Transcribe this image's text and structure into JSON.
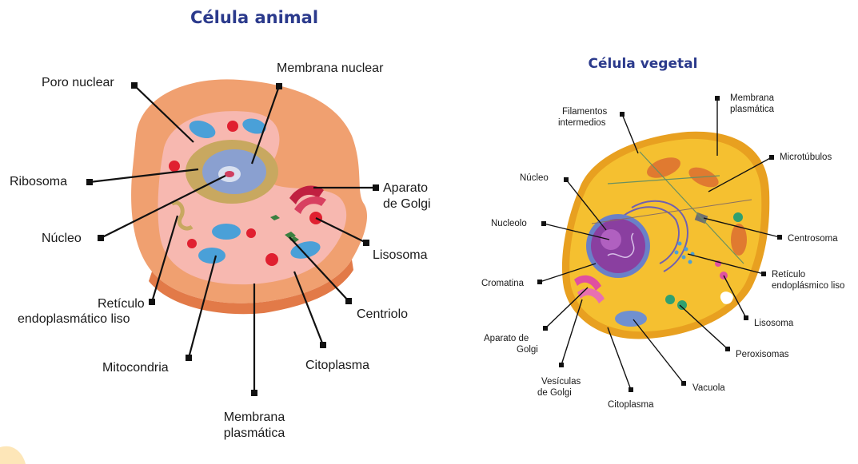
{
  "animal": {
    "title": "Célula animal",
    "labels": {
      "poro_nuclear": "Poro nuclear",
      "membrana_nuclear": "Membrana nuclear",
      "ribosoma": "Ribosoma",
      "aparato_golgi_1": "Aparato",
      "aparato_golgi_2": "de Golgi",
      "nucleo": "Núcleo",
      "lisosoma": "Lisosoma",
      "reticulo_1": "Retículo",
      "reticulo_2": "endoplasmático liso",
      "centriolo": "Centriolo",
      "mitocondria": "Mitocondria",
      "citoplasma": "Citoplasma",
      "membrana_plasmatica_1": "Membrana",
      "membrana_plasmatica_2": "plasmática"
    }
  },
  "vegetal": {
    "title": "Célula vegetal",
    "labels": {
      "filamentos_1": "Filamentos",
      "filamentos_2": "intermedios",
      "membrana_plasmatica_1": "Membrana",
      "membrana_plasmatica_2": "plasmática",
      "microtubulos": "Microtúbulos",
      "nucleo": "Núcleo",
      "nucleolo": "Nucleolo",
      "centrosoma": "Centrosoma",
      "cromatina": "Cromatina",
      "reticulo_1": "Retículo",
      "reticulo_2": "endoplásmico liso",
      "aparato_golgi_1": "Aparato de",
      "aparato_golgi_2": "Golgi",
      "lisosoma": "Lisosoma",
      "peroxisomas": "Peroxisomas",
      "vesiculas_1": "Vesículas",
      "vesiculas_2": "de Golgi",
      "vacuola": "Vacuola",
      "citoplasma": "Citoplasma"
    }
  },
  "colors": {
    "title": "#2b3a8c",
    "animal_membrane": "#f0a070",
    "animal_cytoplasm": "#f7b8b0",
    "mitochondria": "#4aa0d8",
    "lysosome": "#e02030",
    "golgi_animal": "#c02040",
    "nucleus_animal": "#8aa0d0",
    "er_animal": "#c8a860",
    "plant_cell": "#f5c030",
    "plant_wall": "#e8a020",
    "plant_nucleus": "#8a3fa0",
    "plant_vacuole": "#7090d0",
    "plant_golgi": "#e050a0",
    "plant_peroxisome": "#30a070"
  }
}
